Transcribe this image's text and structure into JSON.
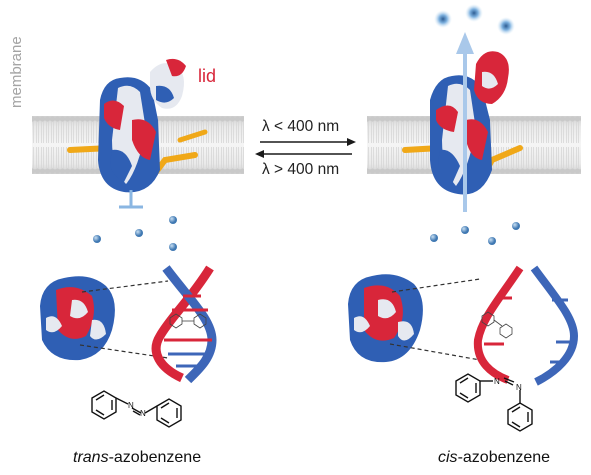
{
  "labels": {
    "lid": "lid",
    "membrane": "membrane",
    "wavelength_below": "λ < 400 nm",
    "wavelength_above": "λ > 400 nm",
    "trans_prefix": "trans",
    "trans_suffix": "-azobenzene",
    "cis_prefix": "cis",
    "cis_suffix": "-azobenzene"
  },
  "colors": {
    "protein_blue": "#2f5fb4",
    "protein_red": "#d8263a",
    "protein_white": "#e6e9f0",
    "azobenzene_linker": "#f0a818",
    "ion": "#5a8ec2",
    "flux_arrow": "#a9c8ea",
    "dna_red": "#d8263a",
    "dna_blue": "#3d66b8",
    "membrane_gray": "#d8d8d8"
  }
}
